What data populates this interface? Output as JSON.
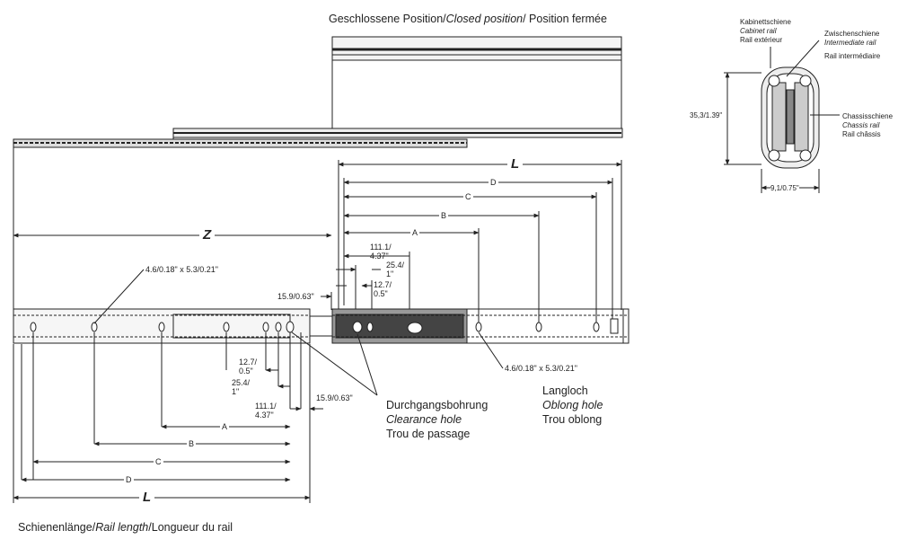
{
  "titles": {
    "closed_de": "Geschlossene Position/",
    "closed_en": "Closed position",
    "closed_fr": "/ Position fermée"
  },
  "rail_length": {
    "de": "Schienenlänge/",
    "en": "Rail length",
    "fr": "/Longueur du rail"
  },
  "clearance": {
    "de": "Durchgangsbohrung",
    "en": "Clearance hole",
    "fr": "Trou de passage"
  },
  "oblong": {
    "de": "Langloch",
    "en": "Oblong hole",
    "fr": "Trou oblong"
  },
  "cross_section": {
    "cabinet_de": "Kabinettschiene",
    "cabinet_en": "Cabinet rail",
    "cabinet_fr": "Rail extérieur",
    "intermediate_de": "Zwischenschiene",
    "intermediate_en": "Intermediate rail",
    "intermediate_fr": "Rail intermédiaire",
    "chassis_de": "Chassisschiene",
    "chassis_en": "Chassis rail",
    "chassis_fr": "Rail châssis",
    "height": "35,3/1.39\"",
    "width": "9,1/0.75\""
  },
  "dimensions": {
    "L": "L",
    "Z": "Z",
    "A": "A",
    "B": "B",
    "C": "C",
    "D": "D",
    "hole_spec_left": "4.6/0.18\" x 5.3/0.21\"",
    "hole_spec_right": "4.6/0.18\" x 5.3/0.21\"",
    "d111_1": "111.1/",
    "d111_2": "4.37\"",
    "d254_1": "25.4/",
    "d254_2": "1\"",
    "d127_1": "12.7/",
    "d127_2": "0.5\"",
    "d159": "15.9/0.63\"",
    "b127_1": "12.7/",
    "b127_2": "0.5\"",
    "b254_1": "25.4/",
    "b254_2": "1\"",
    "b111_1": "111.1/",
    "b111_2": "4.37\"",
    "b159": "15.9/0.63\""
  }
}
